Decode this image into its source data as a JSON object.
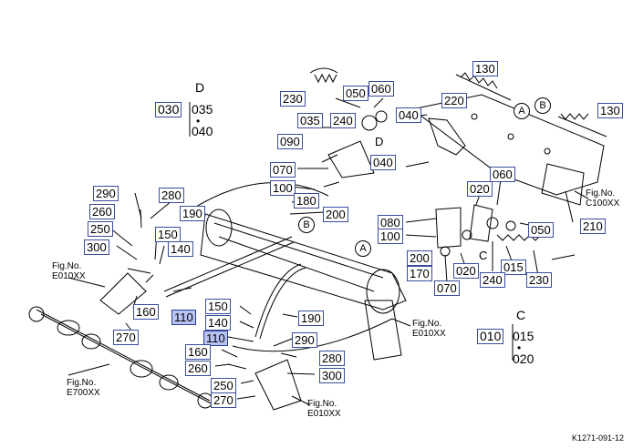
{
  "callouts": [
    {
      "id": "130a",
      "text": "130",
      "hl": false
    },
    {
      "id": "130b",
      "text": "130",
      "hl": false
    },
    {
      "id": "230a",
      "text": "230",
      "hl": false
    },
    {
      "id": "050a",
      "text": "050",
      "hl": false
    },
    {
      "id": "060a",
      "text": "060",
      "hl": false
    },
    {
      "id": "220",
      "text": "220",
      "hl": false
    },
    {
      "id": "035",
      "text": "035",
      "hl": false
    },
    {
      "id": "240a",
      "text": "240",
      "hl": false
    },
    {
      "id": "040a",
      "text": "040",
      "hl": false
    },
    {
      "id": "090",
      "text": "090",
      "hl": false
    },
    {
      "id": "040b",
      "text": "040",
      "hl": false
    },
    {
      "id": "070a",
      "text": "070",
      "hl": false
    },
    {
      "id": "100a",
      "text": "100",
      "hl": false
    },
    {
      "id": "180",
      "text": "180",
      "hl": false
    },
    {
      "id": "200a",
      "text": "200",
      "hl": false
    },
    {
      "id": "290a",
      "text": "290",
      "hl": false
    },
    {
      "id": "280a",
      "text": "280",
      "hl": false
    },
    {
      "id": "260a",
      "text": "260",
      "hl": false
    },
    {
      "id": "190a",
      "text": "190",
      "hl": false
    },
    {
      "id": "250a",
      "text": "250",
      "hl": false
    },
    {
      "id": "150a",
      "text": "150",
      "hl": false
    },
    {
      "id": "300a",
      "text": "300",
      "hl": false
    },
    {
      "id": "140a",
      "text": "140",
      "hl": false
    },
    {
      "id": "160a",
      "text": "160",
      "hl": false
    },
    {
      "id": "110a",
      "text": "110",
      "hl": true
    },
    {
      "id": "270a",
      "text": "270",
      "hl": false
    },
    {
      "id": "060b",
      "text": "060",
      "hl": false
    },
    {
      "id": "020a",
      "text": "020",
      "hl": false
    },
    {
      "id": "080",
      "text": "080",
      "hl": false
    },
    {
      "id": "100b",
      "text": "100",
      "hl": false
    },
    {
      "id": "200b",
      "text": "200",
      "hl": false
    },
    {
      "id": "170",
      "text": "170",
      "hl": false
    },
    {
      "id": "050b",
      "text": "050",
      "hl": false
    },
    {
      "id": "210",
      "text": "210",
      "hl": false
    },
    {
      "id": "020b",
      "text": "020",
      "hl": false
    },
    {
      "id": "015",
      "text": "015",
      "hl": false
    },
    {
      "id": "240b",
      "text": "240",
      "hl": false
    },
    {
      "id": "230b",
      "text": "230",
      "hl": false
    },
    {
      "id": "070b",
      "text": "070",
      "hl": false
    },
    {
      "id": "190b",
      "text": "190",
      "hl": false
    },
    {
      "id": "150b",
      "text": "150",
      "hl": false
    },
    {
      "id": "140b",
      "text": "140",
      "hl": false
    },
    {
      "id": "110b",
      "text": "110",
      "hl": true
    },
    {
      "id": "290b",
      "text": "290",
      "hl": false
    },
    {
      "id": "160b",
      "text": "160",
      "hl": false
    },
    {
      "id": "280b",
      "text": "280",
      "hl": false
    },
    {
      "id": "260b",
      "text": "260",
      "hl": false
    },
    {
      "id": "300b",
      "text": "300",
      "hl": false
    },
    {
      "id": "250b",
      "text": "250",
      "hl": false
    },
    {
      "id": "270b",
      "text": "270",
      "hl": false
    },
    {
      "id": "030",
      "text": "030",
      "hl": false
    },
    {
      "id": "010",
      "text": "010",
      "hl": false
    }
  ],
  "groups": {
    "D": {
      "letter": "D",
      "top": "035",
      "bottom": "040"
    },
    "C": {
      "letter": "C",
      "top": "015",
      "bottom": "020"
    }
  },
  "fig_refs": {
    "c100": {
      "line1": "Fig.No.",
      "line2": "C100XX"
    },
    "e010_left": {
      "line1": "Fig.No.",
      "line2": "E010XX"
    },
    "e010_mid": {
      "line1": "Fig.No.",
      "line2": "E010XX"
    },
    "e700": {
      "line1": "Fig.No.",
      "line2": "E700XX"
    },
    "e010_bottom": {
      "line1": "Fig.No.",
      "line2": "E010XX"
    }
  },
  "markers": {
    "A1": "A",
    "B1": "B",
    "B2": "B",
    "A2": "A",
    "D_small": "D",
    "C_small": "C"
  },
  "drawing_code": "K1271-091-12"
}
